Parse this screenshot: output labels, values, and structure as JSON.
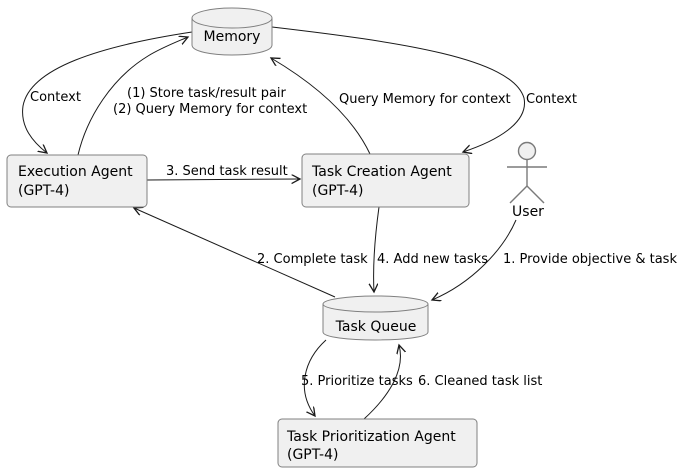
{
  "diagram": {
    "nodes": {
      "memory": {
        "label": "Memory",
        "shape": "database"
      },
      "execution_agent": {
        "label": "Execution Agent",
        "sublabel": "(GPT-4)",
        "shape": "rounded-rectangle"
      },
      "task_creation_agent": {
        "label": "Task Creation Agent",
        "sublabel": "(GPT-4)",
        "shape": "rounded-rectangle"
      },
      "user": {
        "label": "User",
        "shape": "actor"
      },
      "task_queue": {
        "label": "Task Queue",
        "shape": "database"
      },
      "task_prioritization_agent": {
        "label": "Task Prioritization Agent",
        "sublabel": "(GPT-4)",
        "shape": "rounded-rectangle"
      }
    },
    "edges": [
      {
        "from": "memory",
        "to": "execution_agent",
        "label": "Context"
      },
      {
        "from": "execution_agent",
        "to": "memory",
        "label_lines": [
          "(1) Store task/result pair",
          "(2) Query Memory for context"
        ]
      },
      {
        "from": "task_creation_agent",
        "to": "memory",
        "label": "Query Memory for context"
      },
      {
        "from": "memory",
        "to": "task_creation_agent",
        "label": "Context"
      },
      {
        "from": "execution_agent",
        "to": "task_creation_agent",
        "label": "3. Send task result"
      },
      {
        "from": "task_queue",
        "to": "execution_agent",
        "label": "2. Complete task"
      },
      {
        "from": "task_creation_agent",
        "to": "task_queue",
        "label": "4. Add new tasks"
      },
      {
        "from": "user",
        "to": "task_queue",
        "label": "1. Provide objective & task"
      },
      {
        "from": "task_queue",
        "to": "task_prioritization_agent",
        "label": "5. Prioritize tasks"
      },
      {
        "from": "task_prioritization_agent",
        "to": "task_queue",
        "label": "6. Cleaned task list"
      }
    ],
    "colors": {
      "background": "#ffffff",
      "node_fill": "#f0f0f0",
      "node_border": "#808080",
      "edge_line": "#1a1a1a",
      "text": "#000000"
    }
  }
}
